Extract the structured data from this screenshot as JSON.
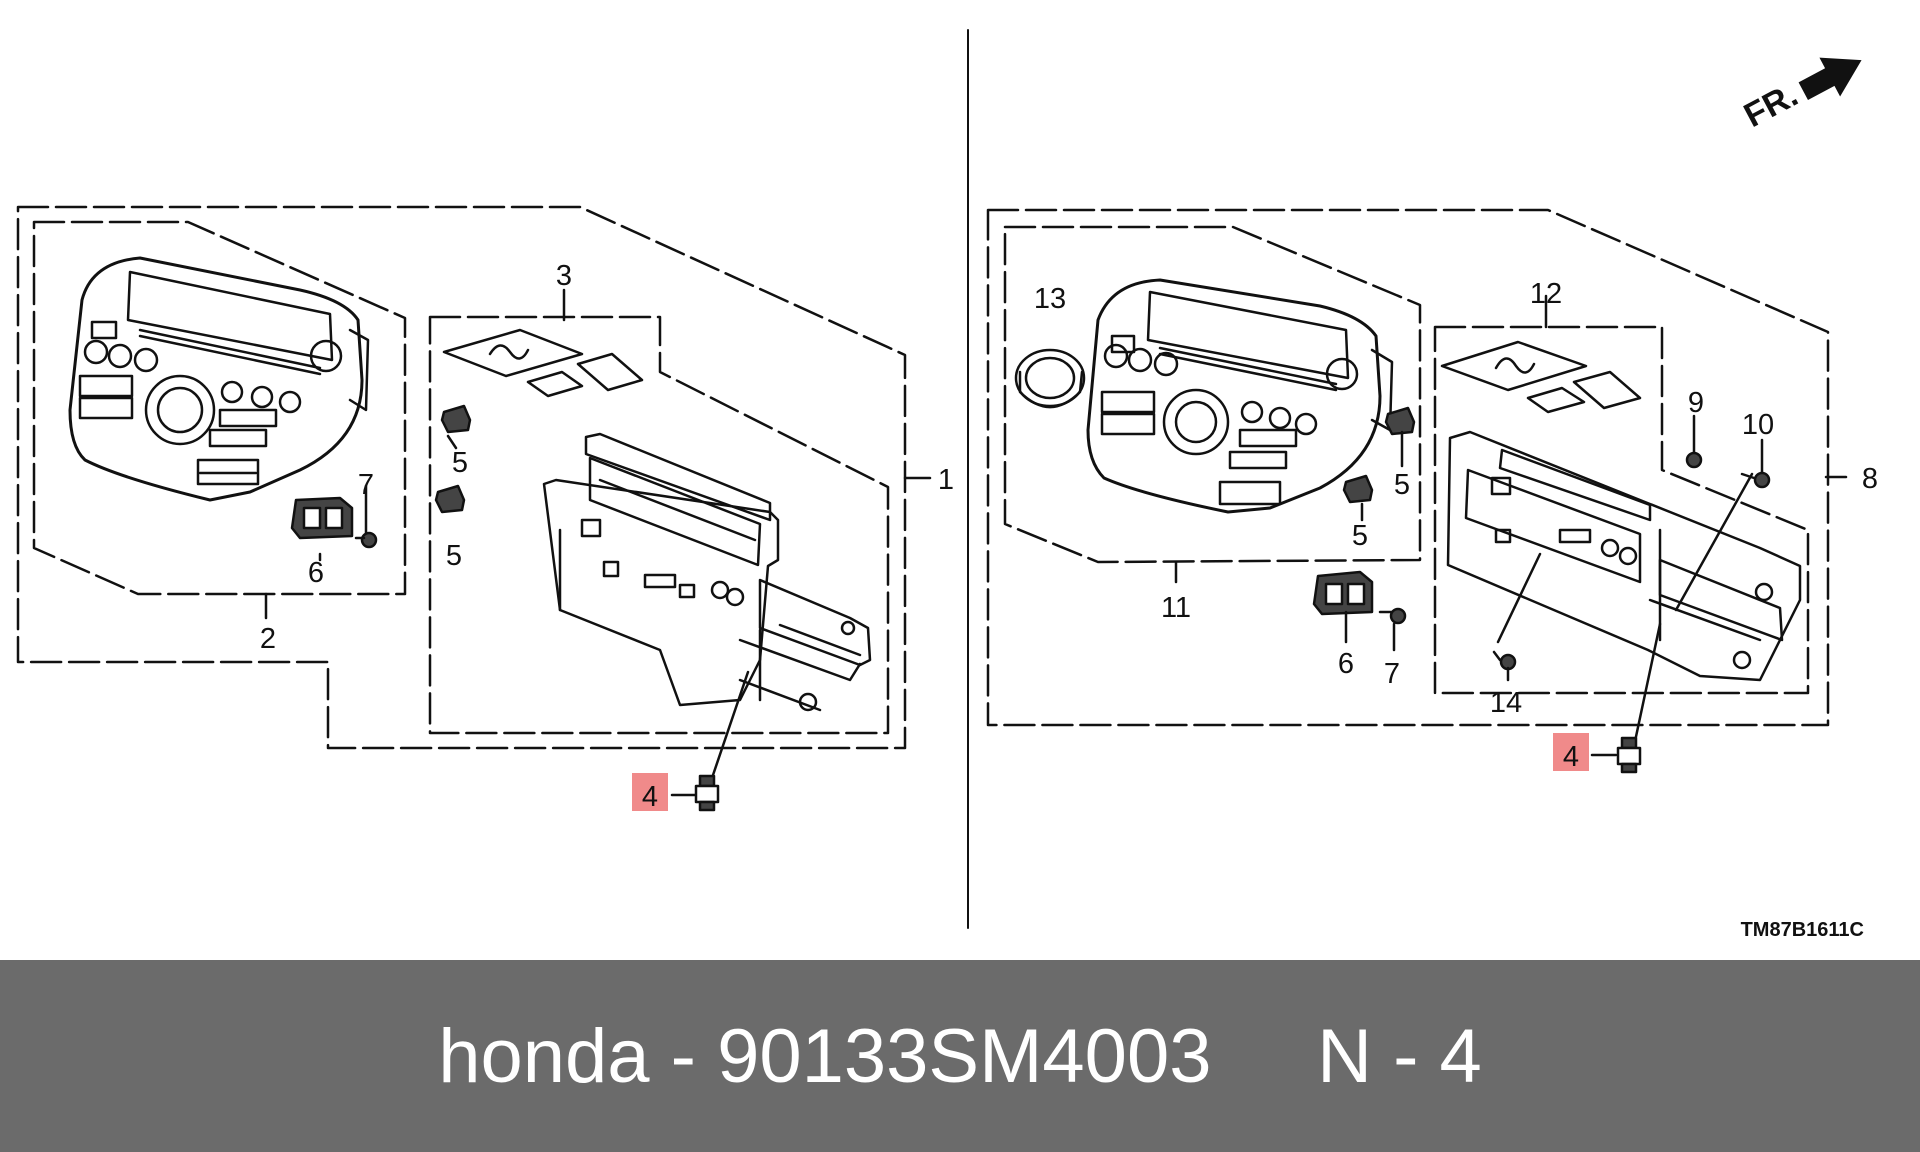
{
  "diagram": {
    "left_callouts": {
      "c1": "1",
      "c2": "2",
      "c3": "3",
      "c4": "4",
      "c5a": "5",
      "c5b": "5",
      "c6": "6",
      "c7": "7"
    },
    "right_callouts": {
      "c4": "4",
      "c5a": "5",
      "c5b": "5",
      "c6": "6",
      "c7": "7",
      "c8": "8",
      "c9": "9",
      "c10": "10",
      "c11": "11",
      "c12": "12",
      "c13": "13",
      "c14": "14"
    },
    "front_indicator": "FR.",
    "drawing_code": "TM87B1611C",
    "highlight_color": "#f08a8a"
  },
  "footer": {
    "brand": "honda",
    "separator1": " - ",
    "part_number": "90133SM4003",
    "gap": "     ",
    "position_prefix": "N",
    "separator2": " - ",
    "position_number": "4"
  }
}
